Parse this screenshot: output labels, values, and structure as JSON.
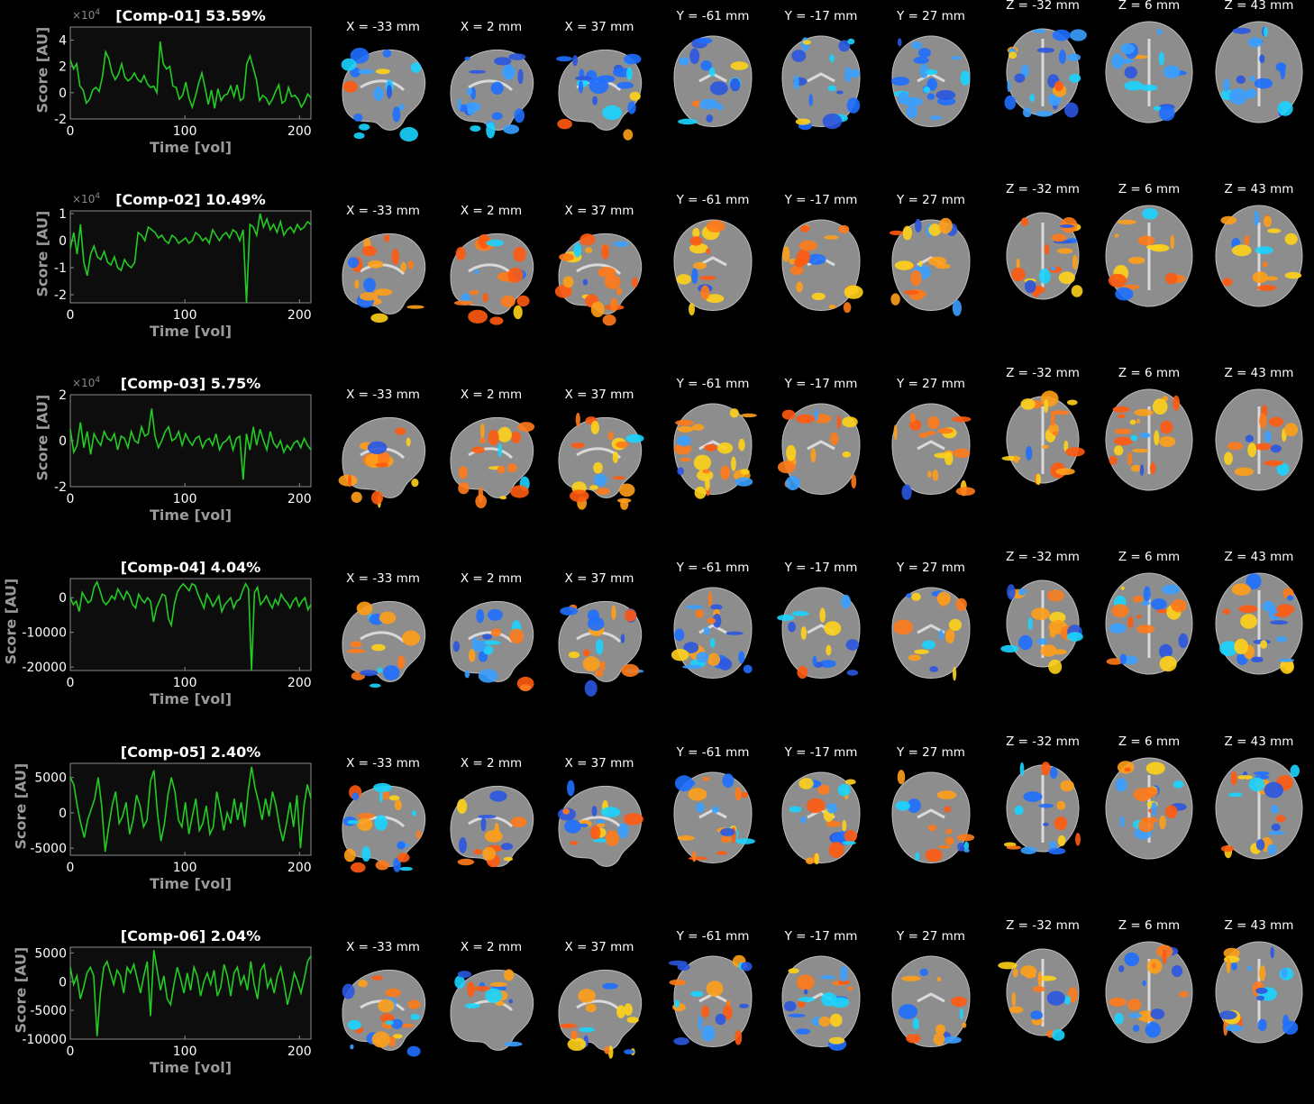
{
  "components": [
    {
      "title": "[Comp-01] 53.59%",
      "exponent": "×10",
      "exponent_power": "4",
      "ylabel": "Score [AU]",
      "xlabel": "Time [vol]",
      "yticks": [
        "4",
        "2",
        "0",
        "-2"
      ],
      "ytick_values": [
        4,
        2,
        0,
        -2
      ],
      "ylim": [
        -2,
        5
      ],
      "xticks": [
        "0",
        "100",
        "200"
      ]
    },
    {
      "title": "[Comp-02] 10.49%",
      "exponent": "×10",
      "exponent_power": "4",
      "ylabel": "Score [AU]",
      "xlabel": "Time [vol]",
      "yticks": [
        "1",
        "0",
        "-1",
        "-2"
      ],
      "ytick_values": [
        1,
        0,
        -1,
        -2
      ],
      "ylim": [
        -2.3,
        1.1
      ],
      "xticks": [
        "0",
        "100",
        "200"
      ]
    },
    {
      "title": "[Comp-03] 5.75%",
      "exponent": "×10",
      "exponent_power": "4",
      "ylabel": "Score [AU]",
      "xlabel": "Time [vol]",
      "yticks": [
        "2",
        "0",
        "-2"
      ],
      "ytick_values": [
        2,
        0,
        -2
      ],
      "ylim": [
        -2,
        2
      ],
      "xticks": [
        "0",
        "100",
        "200"
      ]
    },
    {
      "title": "[Comp-04] 4.04%",
      "exponent": "",
      "exponent_power": "",
      "ylabel": "Score [AU]",
      "xlabel": "Time [vol]",
      "yticks": [
        "0",
        "-10000",
        "-20000"
      ],
      "ytick_values": [
        0,
        -10000,
        -20000
      ],
      "ylim": [
        -21000,
        5500
      ],
      "xticks": [
        "0",
        "100",
        "200"
      ]
    },
    {
      "title": "[Comp-05] 2.40%",
      "exponent": "",
      "exponent_power": "",
      "ylabel": "Score [AU]",
      "xlabel": "Time [vol]",
      "yticks": [
        "5000",
        "0",
        "-5000"
      ],
      "ytick_values": [
        5000,
        0,
        -5000
      ],
      "ylim": [
        -6000,
        7000
      ],
      "xticks": [
        "0",
        "100",
        "200"
      ]
    },
    {
      "title": "[Comp-06] 2.04%",
      "exponent": "",
      "exponent_power": "",
      "ylabel": "Score [AU]",
      "xlabel": "Time [vol]",
      "yticks": [
        "5000",
        "0",
        "-5000",
        "-10000"
      ],
      "ytick_values": [
        5000,
        0,
        -5000,
        -10000
      ],
      "ylim": [
        -10000,
        6000
      ],
      "xticks": [
        "0",
        "100",
        "200"
      ]
    }
  ],
  "slice_labels": [
    "X = -33 mm",
    "X = 2 mm",
    "X = 37 mm",
    "Y = -61 mm",
    "Y = -17 mm",
    "Y = 27 mm",
    "Z = -32 mm",
    "Z = 6 mm",
    "Z = 43 mm"
  ],
  "chart_data": {
    "type": "line",
    "x_range": [
      0,
      210
    ],
    "series": [
      {
        "name": "[Comp-01] 53.59%",
        "values": [
          2.5,
          1.8,
          2.2,
          0.5,
          0.2,
          -0.8,
          -0.5,
          0.2,
          0.4,
          0.1,
          1.2,
          3.1,
          2.6,
          1.5,
          1.0,
          1.4,
          2.2,
          1.2,
          0.9,
          1.1,
          1.5,
          1.0,
          0.8,
          1.3,
          0.7,
          0.4,
          0.5,
          0.0,
          3.9,
          2.2,
          1.8,
          2.0,
          0.5,
          0.4,
          -0.5,
          -0.2,
          0.8,
          -0.4,
          -1.1,
          -0.3,
          0.7,
          1.5,
          0.4,
          -0.9,
          0.2,
          -1.2,
          0.3,
          -0.6,
          -0.2,
          -0.1,
          0.5,
          -0.3,
          0.6,
          -0.6,
          -0.4,
          2.2,
          2.8,
          1.9,
          1.0,
          -0.6,
          -0.2,
          -0.4,
          -0.9,
          -0.5,
          0.1,
          0.6,
          -0.8,
          -0.6,
          0.4,
          -0.3,
          -0.2,
          -0.5,
          -1.1,
          -0.7,
          -0.1,
          -0.4
        ]
      },
      {
        "name": "[Comp-02] 10.49%",
        "values": [
          -0.3,
          0.3,
          -0.5,
          0.6,
          -0.8,
          -1.3,
          -0.5,
          -0.2,
          -0.6,
          -0.7,
          -0.4,
          -0.8,
          -0.9,
          -0.6,
          -1.0,
          -1.1,
          -0.7,
          -0.9,
          -1.0,
          -0.8,
          0.3,
          0.2,
          0.0,
          0.5,
          0.4,
          0.3,
          0.1,
          0.2,
          0.0,
          -0.1,
          0.2,
          0.1,
          -0.1,
          0.0,
          0.1,
          -0.1,
          0.0,
          0.3,
          0.2,
          0.0,
          0.1,
          -0.1,
          0.4,
          0.2,
          0.0,
          0.2,
          0.3,
          0.1,
          0.4,
          0.3,
          0.0,
          0.4,
          -2.3,
          0.6,
          0.5,
          0.2,
          1.0,
          0.5,
          0.8,
          0.4,
          0.6,
          0.3,
          0.7,
          0.2,
          0.4,
          0.5,
          0.3,
          0.6,
          0.4,
          0.5,
          0.7,
          0.6
        ]
      },
      {
        "name": "[Comp-03] 5.75%",
        "values": [
          0.5,
          -0.5,
          -0.2,
          0.8,
          -0.3,
          0.4,
          -0.6,
          0.3,
          0.0,
          -0.2,
          0.4,
          0.1,
          0.0,
          0.3,
          -0.4,
          0.2,
          0.1,
          -0.3,
          0.4,
          0.0,
          -0.1,
          0.6,
          0.2,
          0.3,
          1.4,
          0.2,
          -0.3,
          0.0,
          0.4,
          0.6,
          0.0,
          0.1,
          0.4,
          -0.2,
          0.3,
          0.0,
          -0.2,
          0.1,
          0.2,
          -0.3,
          0.0,
          0.1,
          -0.2,
          0.3,
          -0.4,
          -0.1,
          0.0,
          0.2,
          -0.4,
          0.1,
          0.2,
          -1.7,
          0.3,
          -0.4,
          0.6,
          -0.2,
          0.5,
          0.0,
          -0.4,
          0.4,
          -0.1,
          -0.3,
          0.0,
          -0.5,
          -0.2,
          -0.4,
          -0.1,
          0.0,
          -0.3,
          0.1,
          -0.2,
          -0.4
        ]
      },
      {
        "name": "[Comp-04] 4.04%",
        "values": [
          0,
          -2000,
          -1000,
          -4000,
          1500,
          0,
          -1500,
          -800,
          3000,
          4500,
          2000,
          -1000,
          -2000,
          -1000,
          500,
          -500,
          2500,
          1000,
          -500,
          1800,
          500,
          -2000,
          -3000,
          1000,
          -500,
          -1500,
          0,
          -1000,
          -7000,
          -3000,
          -1000,
          1000,
          500,
          -6000,
          -8000,
          -2000,
          1500,
          3000,
          4000,
          3000,
          2000,
          4000,
          3500,
          1000,
          -1000,
          -3000,
          1000,
          -500,
          -2500,
          -1000,
          500,
          -4000,
          -2000,
          -1000,
          0,
          -3000,
          -1000,
          -500,
          2000,
          4000,
          2500,
          -21000,
          1500,
          3000,
          -2000,
          -1000,
          500,
          -1500,
          -3000,
          -500,
          -2000,
          1000,
          -500,
          -1500,
          -3000,
          -1000,
          0,
          -2500,
          -1000,
          0,
          -3500,
          -2000
        ]
      },
      {
        "name": "[Comp-05] 2.40%",
        "values": [
          5000,
          4000,
          1000,
          -1500,
          -3500,
          -1000,
          500,
          2000,
          5000,
          1000,
          -5500,
          -2000,
          1000,
          3000,
          -1500,
          -500,
          1500,
          -3000,
          -1000,
          2500,
          1000,
          -2000,
          -1000,
          4500,
          6000,
          0,
          -4000,
          -1500,
          2500,
          5000,
          3000,
          -1000,
          -2000,
          1500,
          -3000,
          -500,
          2000,
          -2500,
          -1500,
          1000,
          -3000,
          -2000,
          3000,
          500,
          -2500,
          0,
          -1500,
          2000,
          -1000,
          1500,
          -2000,
          3000,
          6500,
          3500,
          1500,
          -1000,
          2000,
          -500,
          3000,
          1000,
          -2000,
          -4000,
          -1500,
          1500,
          -2000,
          2500,
          -5000,
          1000,
          4000,
          2000
        ]
      },
      {
        "name": "[Comp-06] 2.04%",
        "values": [
          2500,
          -500,
          1000,
          -3000,
          -1000,
          1500,
          2500,
          1000,
          -9500,
          -2000,
          2500,
          3500,
          1500,
          -500,
          2000,
          1000,
          -2000,
          2500,
          1500,
          3000,
          500,
          -2000,
          1000,
          3500,
          -6000,
          5500,
          2000,
          -1500,
          1000,
          -3000,
          -4000,
          -500,
          2500,
          500,
          -2000,
          1500,
          -1500,
          2500,
          1000,
          -2500,
          0,
          1500,
          -500,
          2000,
          -2500,
          -1000,
          3000,
          1000,
          -2500,
          1500,
          2500,
          -500,
          1000,
          -1500,
          3500,
          -500,
          -3000,
          2000,
          3000,
          -1000,
          500,
          -2000,
          1000,
          2500,
          -500,
          -4000,
          -1500,
          1500,
          0,
          -2000,
          500,
          3500,
          4500
        ]
      }
    ]
  }
}
